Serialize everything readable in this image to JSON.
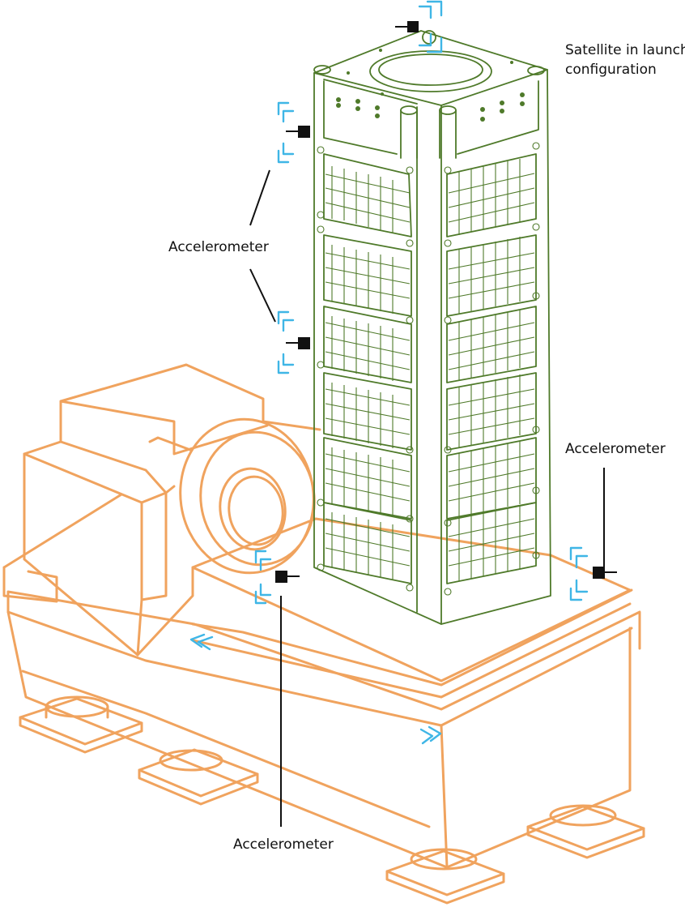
{
  "labels": {
    "satellite": [
      "Satellite in launch",
      "configuration"
    ],
    "accelerometer_top": "Accelerometer",
    "accelerometer_right": "Accelerometer",
    "accelerometer_bottom": "Accelerometer"
  },
  "colors": {
    "shaker": "#f0a35e",
    "satellite": "#4f7a2a",
    "vibration_wave": "#3fb6e6",
    "sensor": "#111111"
  },
  "icons": {
    "sensor": "accelerometer-sensor-icon",
    "wave": "vibration-wave-icon",
    "arrow": "motion-arrow-icon"
  }
}
